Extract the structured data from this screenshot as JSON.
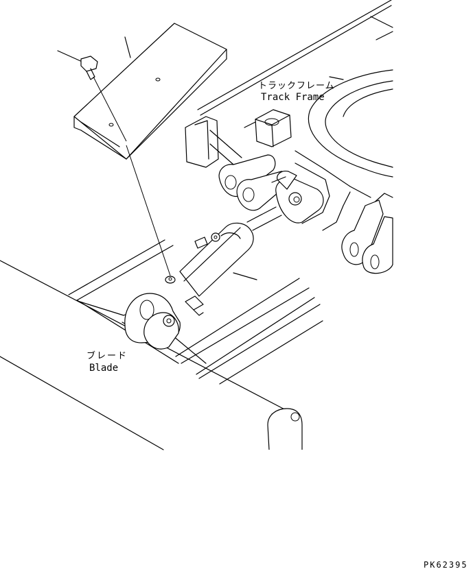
{
  "labels": {
    "track_frame_jp": "トラックフレーム",
    "track_frame_en": "Track Frame",
    "blade_jp": "ブレード",
    "blade_en": "Blade",
    "drawing_code": "PK62395"
  }
}
